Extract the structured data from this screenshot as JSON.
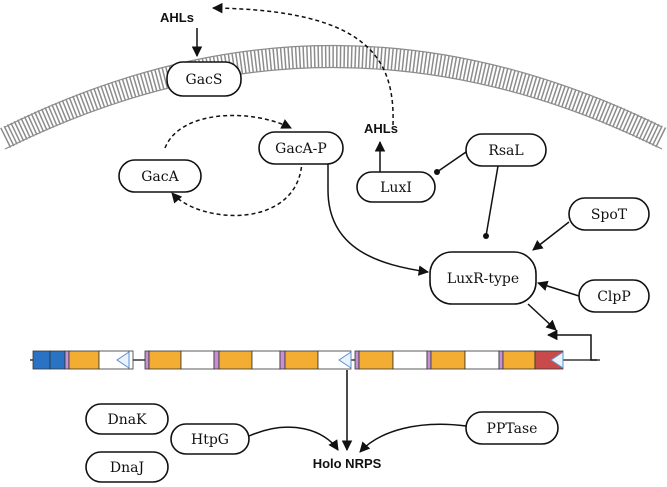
{
  "nodes": {
    "gacs": "GacS",
    "gaca": "GacA",
    "gacap": "GacA-P",
    "luxi": "LuxI",
    "rsal": "RsaL",
    "spot": "SpoT",
    "luxr": "LuxR-type",
    "clpp": "ClpP",
    "dnak": "DnaK",
    "htpg": "HtpG",
    "dnaj": "DnaJ",
    "pptase": "PPTase"
  },
  "labels": {
    "ahls_top": "AHLs",
    "ahls_mid": "AHLs",
    "holo_nrps": "Holo NRPS"
  },
  "colors": {
    "domain_orange": "#f4ad33",
    "domain_blue": "#2a73c4",
    "domain_purple": "#c98fd0",
    "domain_red": "#c94a4a",
    "membrane": "#999999"
  }
}
